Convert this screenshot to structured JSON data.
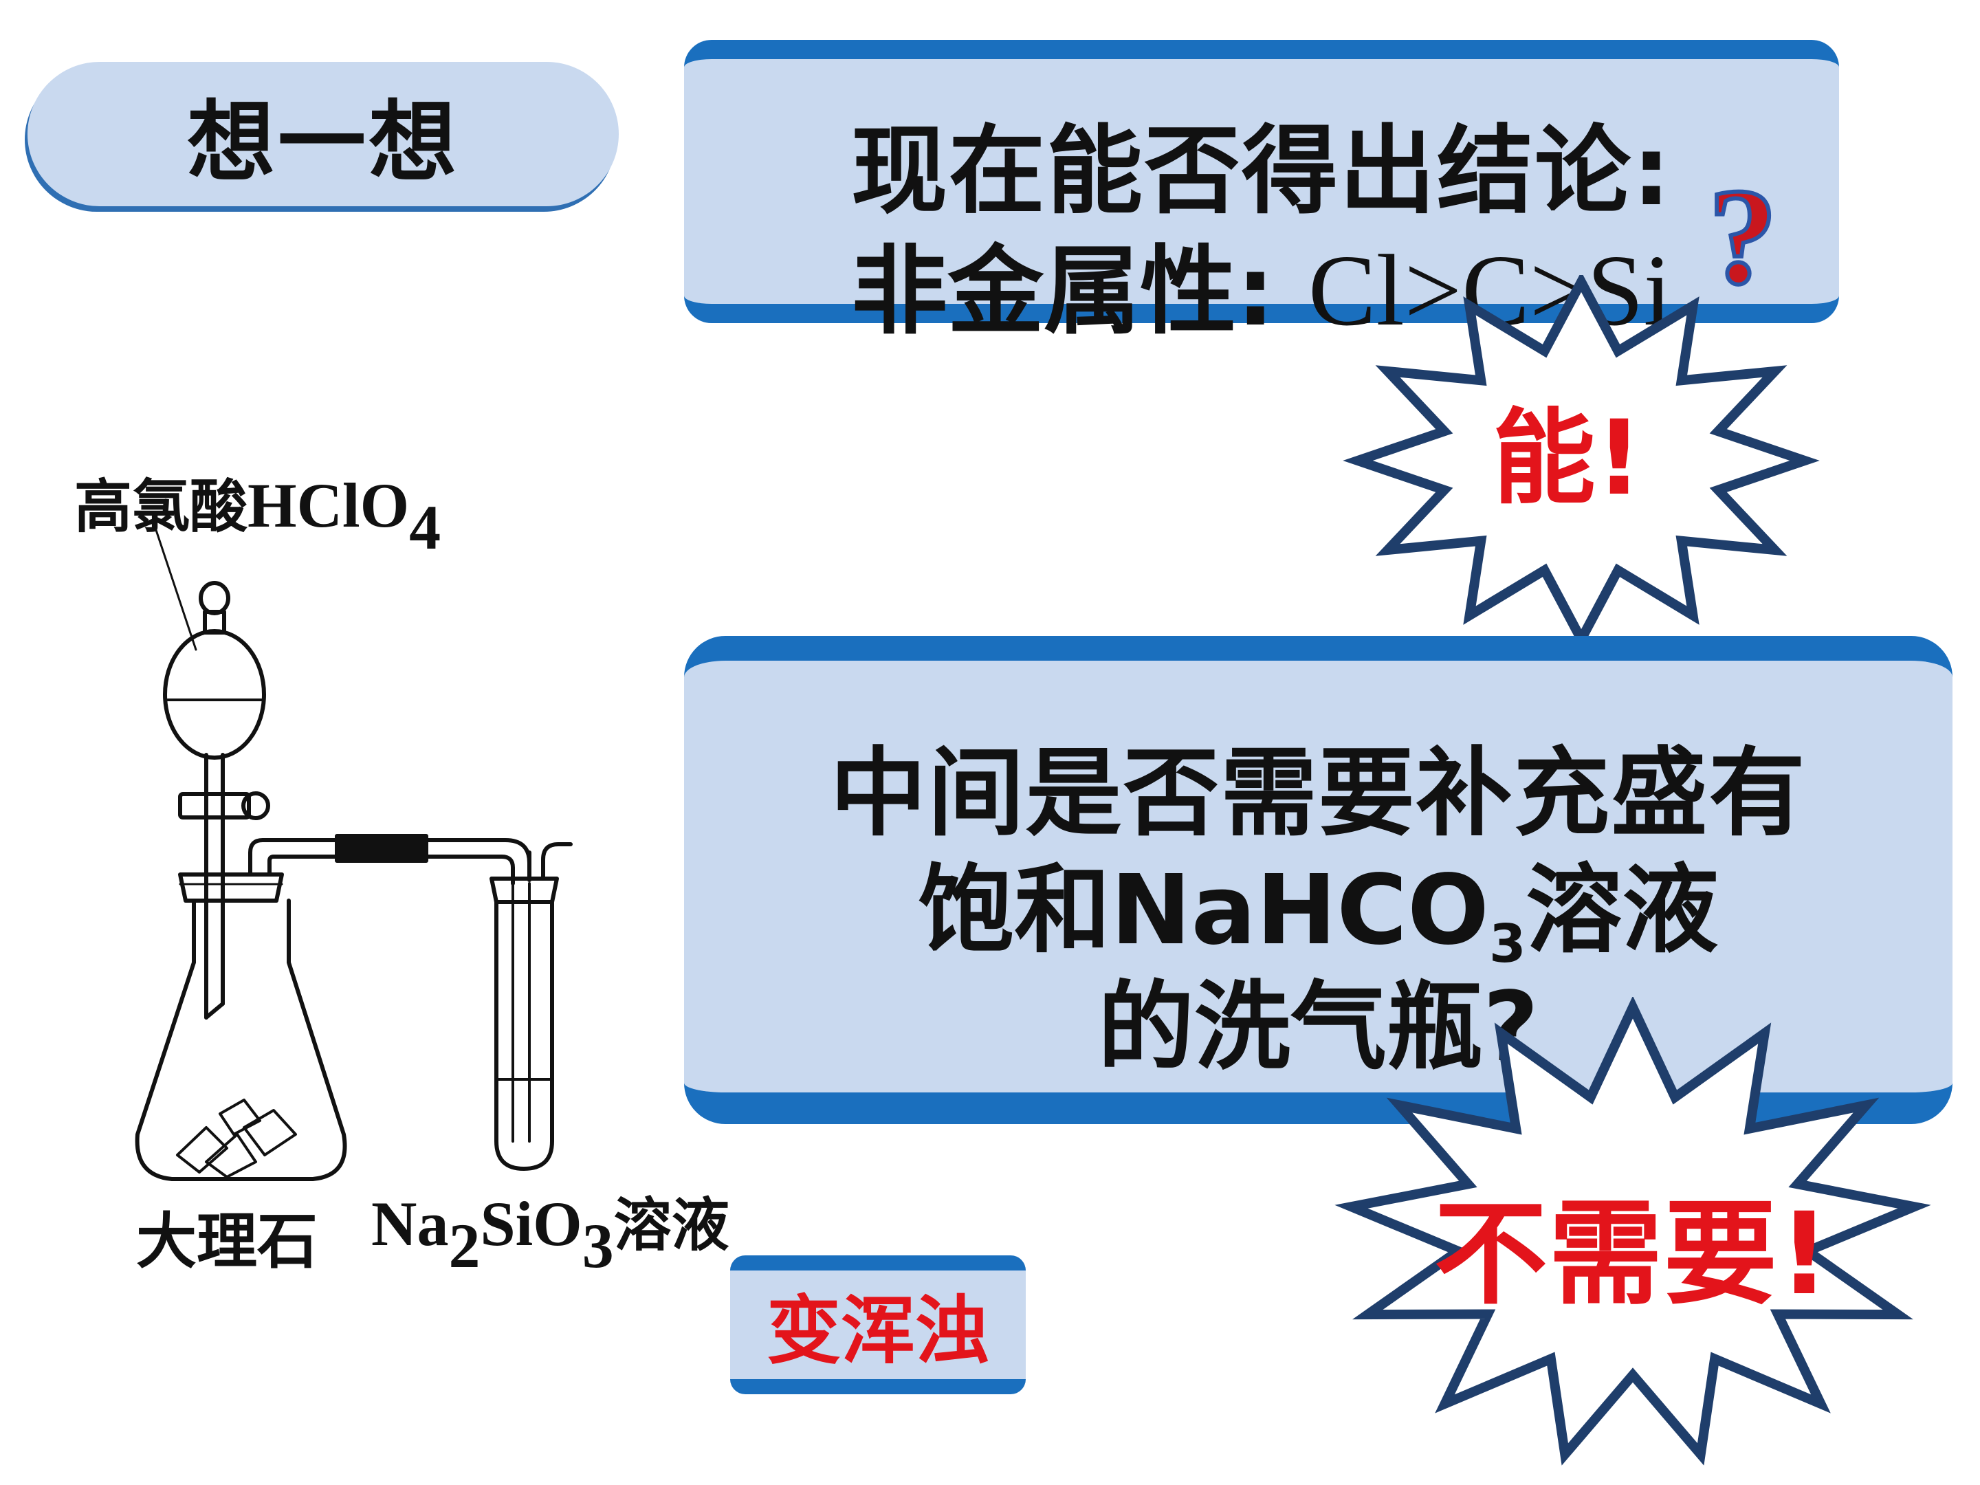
{
  "think_label": "想一想",
  "question1": {
    "line1": "现在能否得出结论:",
    "line2_prefix": "非金属性: ",
    "line2_formula": "Cl>C>Si",
    "mark": "?"
  },
  "answer1": "能!",
  "question2": {
    "line1": "中间是否需要补充盛有",
    "line2_prefix": "饱和NaHCO",
    "line2_sub": "3",
    "line2_suffix": "溶液",
    "line3": "的洗气瓶?"
  },
  "answer2": "不需要!",
  "apparatus": {
    "acid_label_cn": "高氯酸",
    "acid_formula": "HClO",
    "acid_sub": "4",
    "marble_label": "大理石",
    "silicate_formula_a": "Na",
    "silicate_sub_a": "2",
    "silicate_formula_b": "SiO",
    "silicate_sub_b": "3",
    "silicate_suffix": "溶液"
  },
  "observation": "变浑浊",
  "colors": {
    "card_fill": "#c9d9ef",
    "card_border": "#1a6fbe",
    "answer_red": "#e3141b",
    "burst_stroke": "#1f3e6b"
  }
}
